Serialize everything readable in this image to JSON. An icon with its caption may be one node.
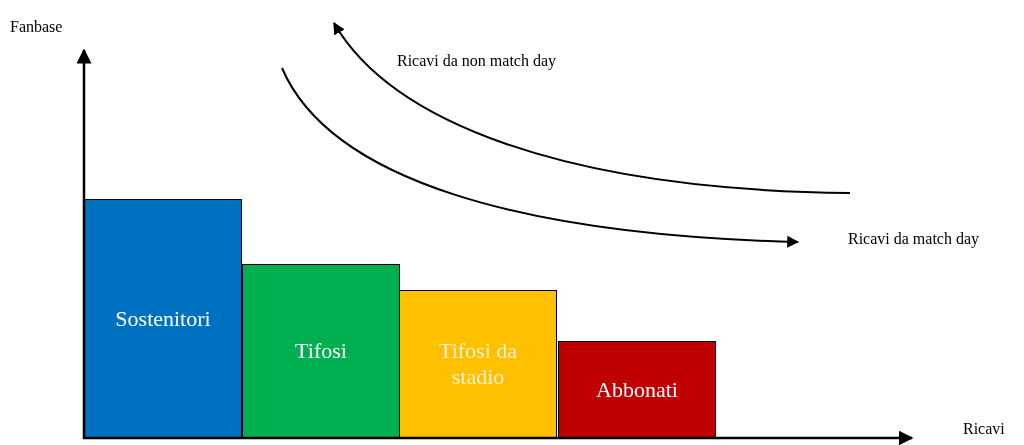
{
  "diagram": {
    "nodes": [
      {
        "text": [
          "Sostenitori"
        ]
      },
      {
        "text": [
          "Tifosi"
        ]
      },
      {
        "text": [
          "Tifosi da stadio"
        ]
      },
      {
        "text": [
          "Abbonati"
        ]
      }
    ],
    "labels": [
      "Fanbase",
      "Ricavi da non match day",
      "Ricavi da match day",
      "Ricavi"
    ]
  }
}
